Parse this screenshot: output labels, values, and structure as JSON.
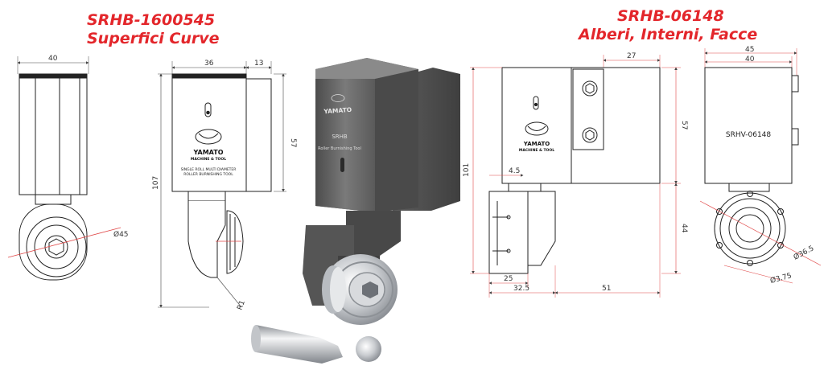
{
  "left_title": {
    "code": "SRHB-1600545",
    "subtitle": "Superfici Curve"
  },
  "right_title": {
    "code": "SRHB-06148",
    "subtitle": "Alberi, Interni, Facce"
  },
  "left_drawing": {
    "dim_width": "40",
    "dim_diameter": "Ø45",
    "dim_body_width": "36",
    "dim_side_width": "13",
    "dim_body_height": "57",
    "dim_total_height": "107",
    "dim_radius": "R1",
    "logo_brand": "YAMATO",
    "logo_sub": "MACHINE & TOOL",
    "label_line1": "SINGLE ROLL MULTI DIAMETER",
    "label_line2": "ROLLER BURNISHING TOOL"
  },
  "photo": {
    "brand": "YAMATO",
    "model": "SRHB",
    "subtitle": "Roller Burnishing Tool"
  },
  "right_drawing": {
    "dim_top_width": "27",
    "dim_body_height": "57",
    "dim_total_height": "101",
    "dim_offset": "4.5",
    "dim_lower_height": "44",
    "dim_a": "25",
    "dim_b": "32.5",
    "dim_c": "51",
    "logo_brand": "YAMATO",
    "logo_sub": "MACHINE & TOOL",
    "side_dim_outer": "45",
    "side_dim_inner": "40",
    "side_label": "SRHV-06148",
    "side_dim_diameter": "Ø36.5",
    "side_dim_diameter2": "Ø3.75"
  },
  "colors": {
    "title_red": "#e3262b",
    "dim_red": "#e04848",
    "line": "#222222",
    "tool_grey": "#6b6b6b"
  }
}
